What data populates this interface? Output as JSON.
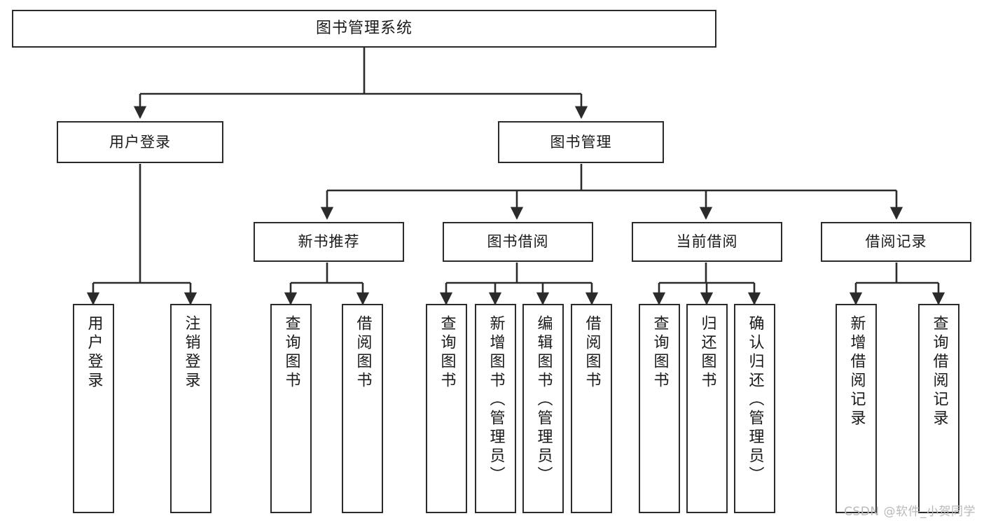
{
  "diagram": {
    "title": "图书管理系统",
    "watermark": "CSDN @软件_小贺同学",
    "accent_color": "#2b2b2b",
    "background_color": "#ffffff"
  },
  "nodes": {
    "root": {
      "label": "图书管理系统"
    },
    "level2": [
      {
        "label": "用户登录"
      },
      {
        "label": "图书管理"
      }
    ],
    "level3": [
      {
        "label": "新书推荐"
      },
      {
        "label": "图书借阅"
      },
      {
        "label": "当前借阅"
      },
      {
        "label": "借阅记录"
      }
    ],
    "leaves": [
      {
        "label": "用户登录"
      },
      {
        "label": "注销登录"
      },
      {
        "label": "查询图书"
      },
      {
        "label": "借阅图书"
      },
      {
        "label": "查询图书"
      },
      {
        "label": "新增图书（管理员）"
      },
      {
        "label": "编辑图书（管理员）"
      },
      {
        "label": "借阅图书"
      },
      {
        "label": "查询图书"
      },
      {
        "label": "归还图书"
      },
      {
        "label": "确认归还（管理员）"
      },
      {
        "label": "新增借阅记录"
      },
      {
        "label": "查询借阅记录"
      }
    ]
  }
}
